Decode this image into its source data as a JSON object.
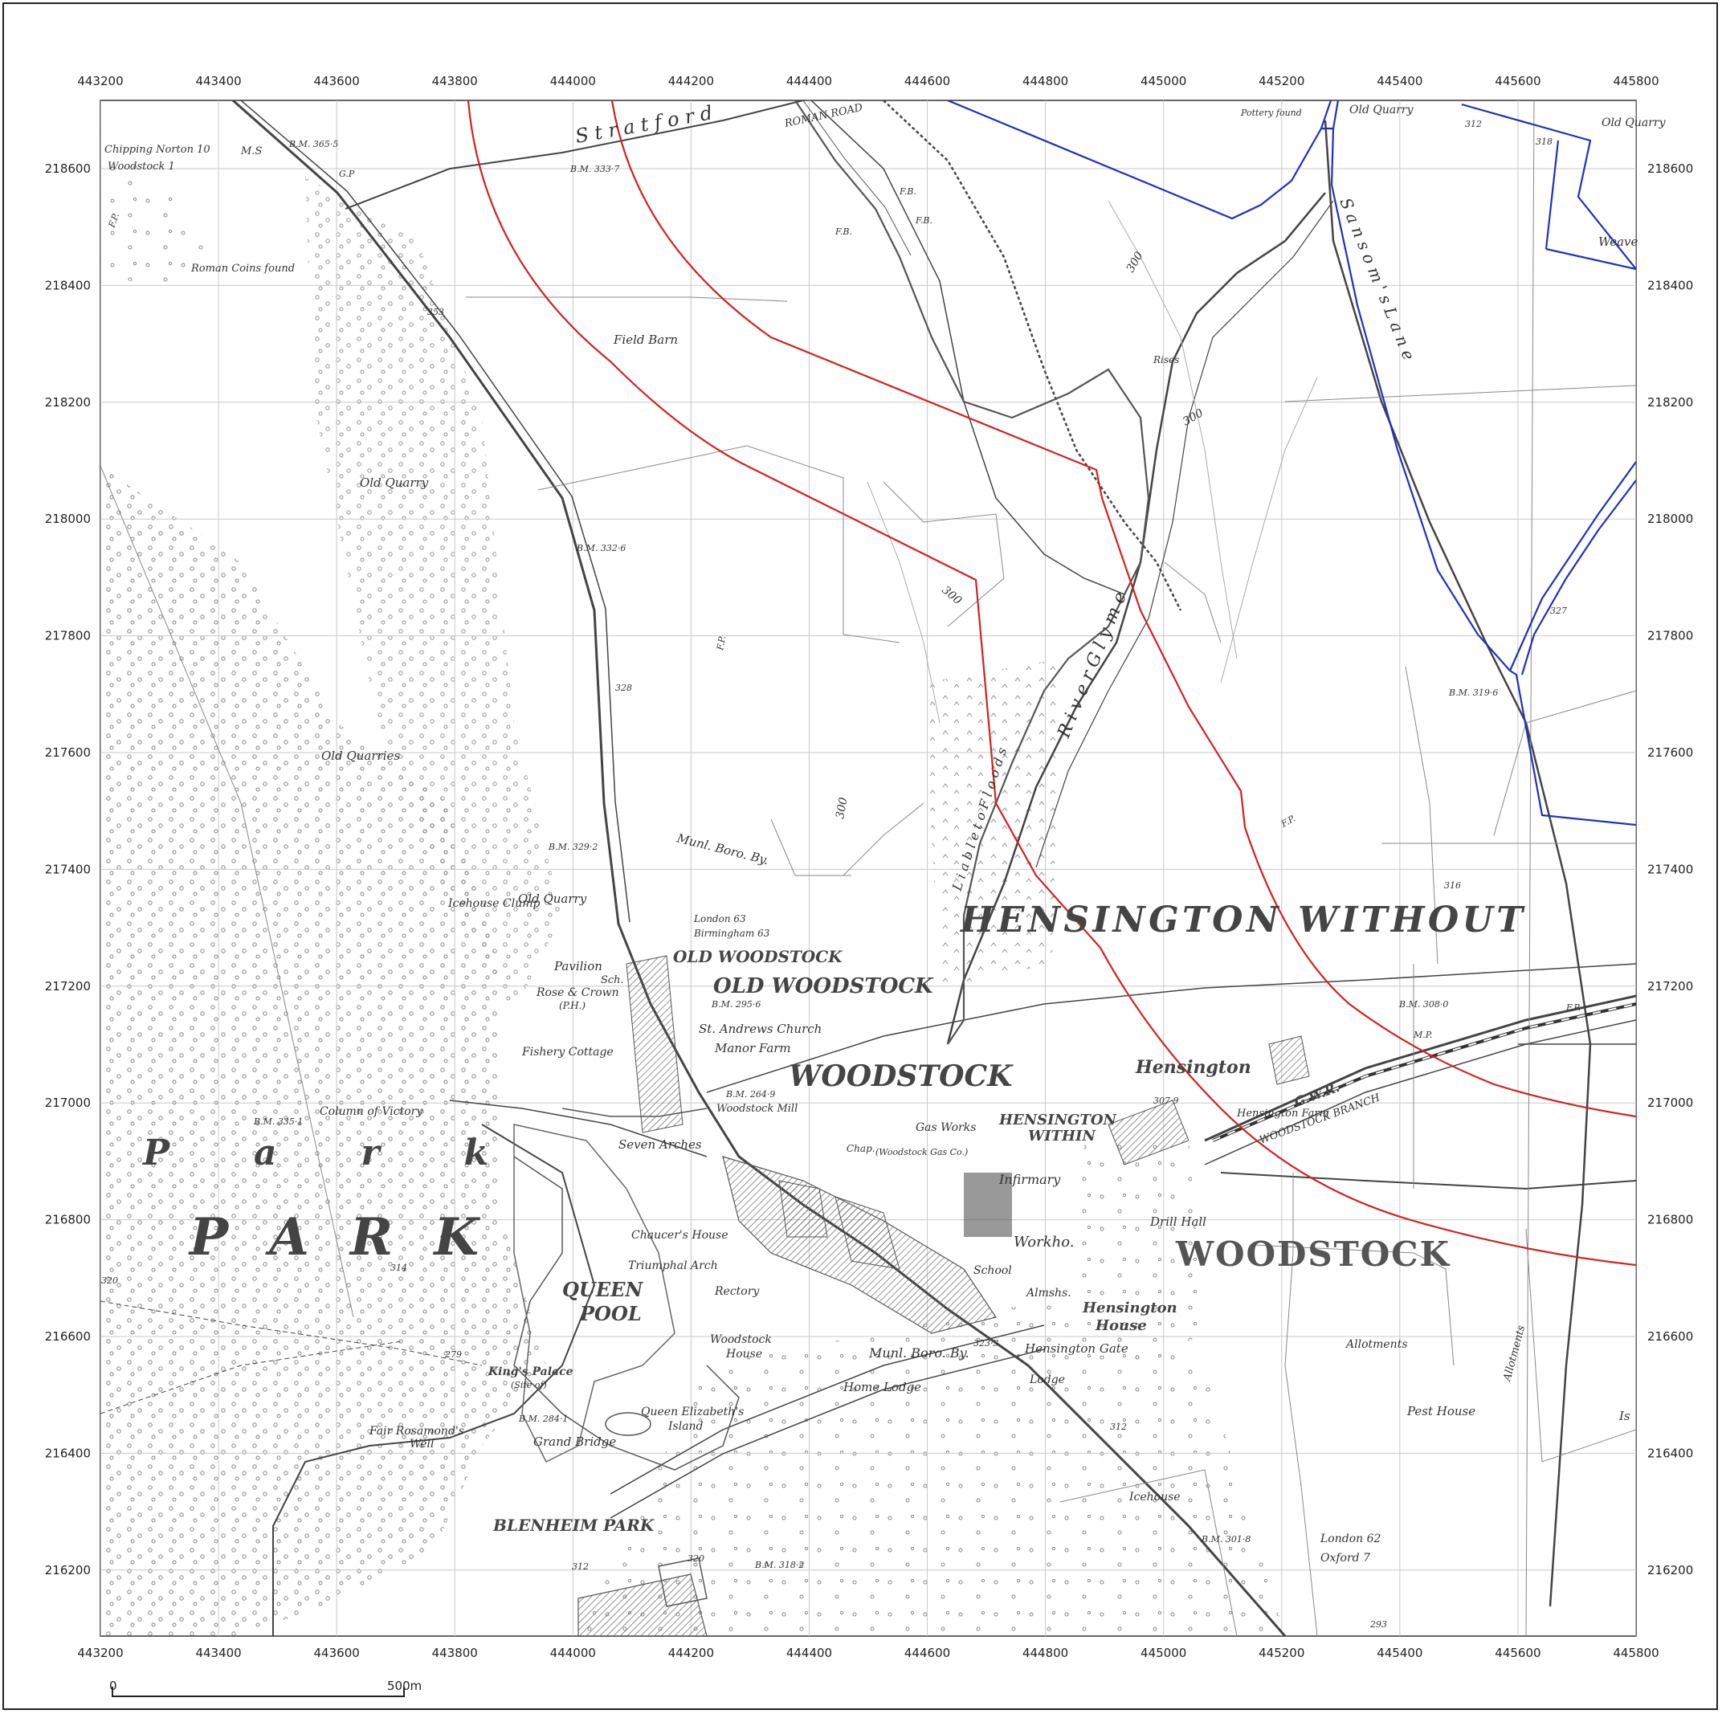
{
  "map": {
    "x_ticks": [
      "443200",
      "443400",
      "443600",
      "443800",
      "444000",
      "444200",
      "444400",
      "444600",
      "444800",
      "445000",
      "445200",
      "445400",
      "445600",
      "445800"
    ],
    "y_ticks": [
      "218600",
      "218400",
      "218200",
      "218000",
      "217800",
      "217600",
      "217400",
      "217200",
      "217000",
      "216800",
      "216600",
      "216400",
      "216200"
    ],
    "scale_bar": {
      "start": "0",
      "end": "500m"
    },
    "colors": {
      "boundary_red": "#d42020",
      "boundary_blue": "#2030c0",
      "grid": "#c8c8c8",
      "ink": "#444444"
    },
    "labels": {
      "roman_road": "ROMAN ROAD",
      "stratford": "S t r a t f o r d",
      "chipping_norton": "Chipping Norton 10",
      "woodstock_1": "Woodstock 1",
      "ms": "M.S",
      "bm_3655": "B.M. 365·5",
      "gp": "G.P",
      "bm_3337": "B.M. 333·7",
      "roman_coins": "Roman Coins found",
      "field_barn": "Field Barn",
      "old_quarry_top": "Old Quarry",
      "old_quarry_right": "Old Quarry",
      "weave": "Weave",
      "roman_coins_pottery": "Pottery found",
      "rises": "Rises",
      "old_quarry_left": "Old Quarry",
      "bm_3326": "B.M. 332·6",
      "old_quarries": "Old Quarries",
      "bm_3292": "B.M. 329·2",
      "icehouse_clump": "Icehouse Clump",
      "old_quarry_mid": "Old Quarry",
      "munl_boro": "Munl. Boro. By.",
      "london_63": "London 63",
      "birmingham_63": "Birmingham 63",
      "old_woodstock_1": "OLD WOODSTOCK",
      "old_woodstock_2": "OLD WOODSTOCK",
      "pavilion": "Pavilion",
      "sch": "Sch.",
      "rose_crown": "Rose & Crown",
      "ph": "(P.H.)",
      "bm_2956": "B.M. 295·6",
      "st_andrews": "St. Andrews Church",
      "manor_farm": "Manor Farm",
      "fishery_cottage": "Fishery Cottage",
      "woodstock_big": "WOODSTOCK",
      "hensington_without": "HENSINGTON WITHOUT",
      "hensington": "Hensington",
      "hensington_within": "HENSINGTON WITHIN",
      "hensington_farm": "Hensington Farm",
      "gwr": "G.W.R.",
      "woodstock_branch": "WOODSTOCK BRANCH",
      "woodstock_mill": "Woodstock Mill",
      "bm_2649": "B.M. 264·9",
      "column_victory": "Column of Victory",
      "bm_3351": "B.M. 335·1",
      "seven_arches": "Seven Arches",
      "gas_works": "Gas Works",
      "woodstock_gas": "(Woodstock Gas Co.)",
      "chap": "Chap.",
      "infirmary": "Infirmary",
      "drill_hall": "Drill Hall",
      "woodstock_east": "WOODSTOCK",
      "park_spaced": "P a r k",
      "park_big": "P A R K",
      "queen_pool": "QUEEN POOL",
      "chaucers_house": "Chaucer's House",
      "triumphal_arch": "Triumphal Arch",
      "rectory": "Rectory",
      "woodstock_house": "Woodstock House",
      "workhouse": "Workho.",
      "school": "School",
      "almshouses": "Almshs.",
      "hensington_house": "Hensington House",
      "hensington_gate": "Hensington Gate",
      "munl_boro_2": "Munl. Boro. By.",
      "bm_3233": "323·3",
      "lodge": "Lodge",
      "home_lodge": "Home Lodge",
      "allotments": "Allotments",
      "allotments_v": "Allotments",
      "pest_house": "Pest House",
      "kings_palace": "King's Palace",
      "site_of": "(Site of)",
      "bm_2841": "B.M. 284·1",
      "grand_bridge": "Grand Bridge",
      "queen_elizabeths": "Queen Elizabeth's Island",
      "fair_rosamonds": "Fair Rosamond's Well",
      "icehouse": "Icehouse",
      "bm_3018": "B.M. 301·8",
      "london_62": "London 62",
      "oxford_7": "Oxford 7",
      "blenheim_park": "BLENHEIM PARK",
      "bm_3182": "B.M. 318·2",
      "bm_3080": "B.M. 308·0",
      "bm_3196": "B.M. 319·6",
      "sansoms_lane": "S a n s o m ' s   L a n e",
      "glyme": "R i v e r   G l y m e",
      "liable_floods": "L i a b l e   t o   F l o o d s",
      "h300a": "300",
      "h300b": "300",
      "h300c": "300",
      "h300d": "300",
      "num_353": "353",
      "num_328": "328",
      "num_314": "314",
      "num_279": "279",
      "num_312a": "312",
      "num_312b": "312",
      "num_312c": "312",
      "num_320a": "320",
      "num_320b": "320",
      "num_316": "316",
      "num_327": "327",
      "num_318": "318",
      "num_293": "293",
      "num_3079": "307·9",
      "fp1": "F.P.",
      "fp2": "F.P.",
      "fp3": "F.P.",
      "fp4": "F.P.",
      "fb1": "F.B.",
      "fb2": "F.B.",
      "fb3": "F.B.",
      "mp": "M.P.",
      "isc": "Is"
    }
  }
}
